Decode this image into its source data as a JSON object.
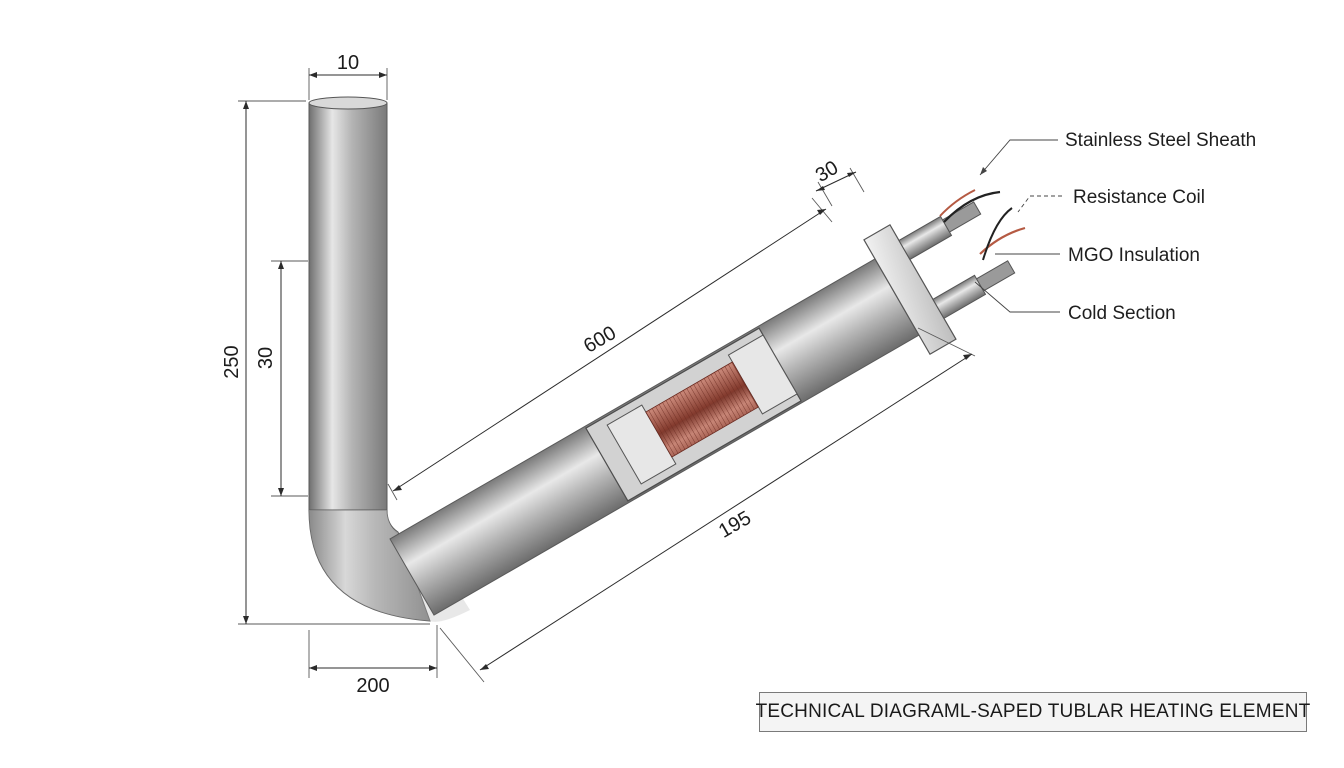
{
  "title": "TECHNICAL DIAGRAML-SAPED TUBLAR HEATING ELEMENT",
  "dimensions": {
    "tube_diameter": "10",
    "vertical_height": "250",
    "inner_vertical": "30",
    "bottom_width": "200",
    "diagonal_length": "600",
    "lower_diagonal": "195",
    "flange_width": "30"
  },
  "callouts": [
    "Stainless Steel Sheath",
    "Resistance Coil",
    "MGO Insulation",
    "Cold Section"
  ],
  "colors": {
    "sheath": "#b9b9b9",
    "coil": "#a5594a",
    "dimension_lines": "#2b2b2b"
  }
}
